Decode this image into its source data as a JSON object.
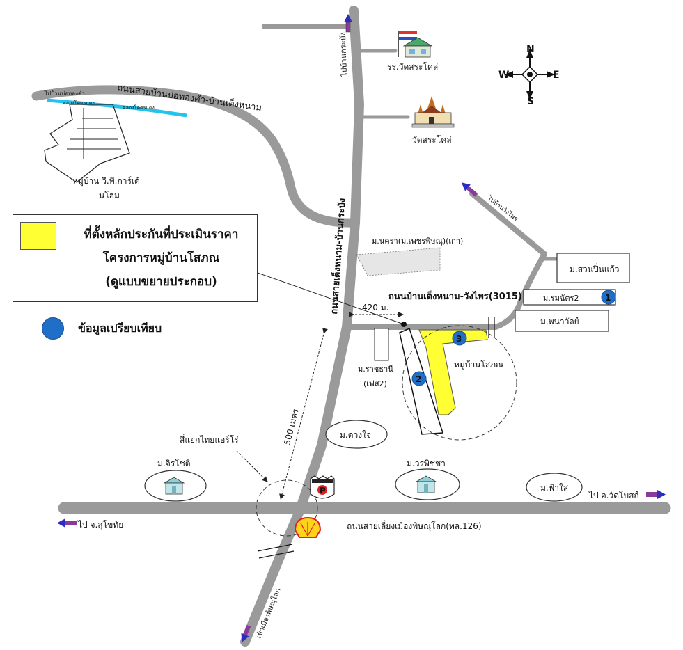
{
  "legend": {
    "subject_line1": "ที่ตั้งหลักประกันที่ประเมินราคา",
    "subject_line2": "โครงการหมู่บ้านโสภณ",
    "subject_line3": "(ดูแบบขยายประกอบ)",
    "comparable_label": "ข้อมูลเปรียบเทียบ",
    "subject_color": "#ffff33",
    "comparable_color": "#1f6fc9"
  },
  "compass": {
    "n": "N",
    "s": "S",
    "e": "E",
    "w": "W"
  },
  "roads": {
    "main_vertical": "ถนนสายเต็งหนาม-บ้านกระบัง",
    "top_branch": "ไปบ้านกระบัง",
    "northwest": "ถนนสายบ้านบ่อทองคำ-บ้านเต็งหนาม",
    "cross": "ถนนบ้านเต็งหนาม-วังไพร(3015)",
    "main_horizontal": "ถนนสายเลี่ยงเมืองพิษณุโลก(ทล.126)",
    "to_east": "ไป อ.วัดโบสถ์",
    "to_west": "ไป จ.สุโขทัย",
    "to_south": "เข้าเมืองพิษณุโลก",
    "to_northeast": "ไปบ้านวังไพร",
    "canal_label": "ไปบ้านบ่อทองคำ",
    "canal_name1": "คลองโคตรแดง",
    "canal_name2": "คลองโคตรแดง"
  },
  "places": {
    "school": "รร.วัดสระโคล่",
    "temple": "วัดสระโคล่",
    "village_vp": "หมู่บ้าน วี.พี.การ์เด้นโฮม",
    "village_vp_line1": "หมู่บ้าน วี.พี.การ์เด้",
    "village_vp_line2": "นโฮม",
    "nakhon": "ม.นครา(ม.เพชรพิษณุ)(เก่า)",
    "suanpin": "ม.สวนปิ่นแก้ว",
    "romchat": "ม.ร่มฉัตร2",
    "phana": "ม.พนาวัลย์",
    "ratcha_line1": "ม.ราชธานี",
    "ratcha_line2": "(เฟส2)",
    "sophon": "หมู่บ้านโสภณ",
    "duangjai": "ม.ดวงใจ",
    "jirachot": "ม.จิรโชติ",
    "worapich": "ม.วรพิชชา",
    "fasai": "ม.ฟ้าใส",
    "intersection": "สี่แยกไทยแอร์โร่"
  },
  "distances": {
    "cross_road": "420 ม.",
    "main_road": "500 เมตร"
  },
  "comparables": [
    "1",
    "2",
    "3"
  ],
  "parking_sign": "P"
}
